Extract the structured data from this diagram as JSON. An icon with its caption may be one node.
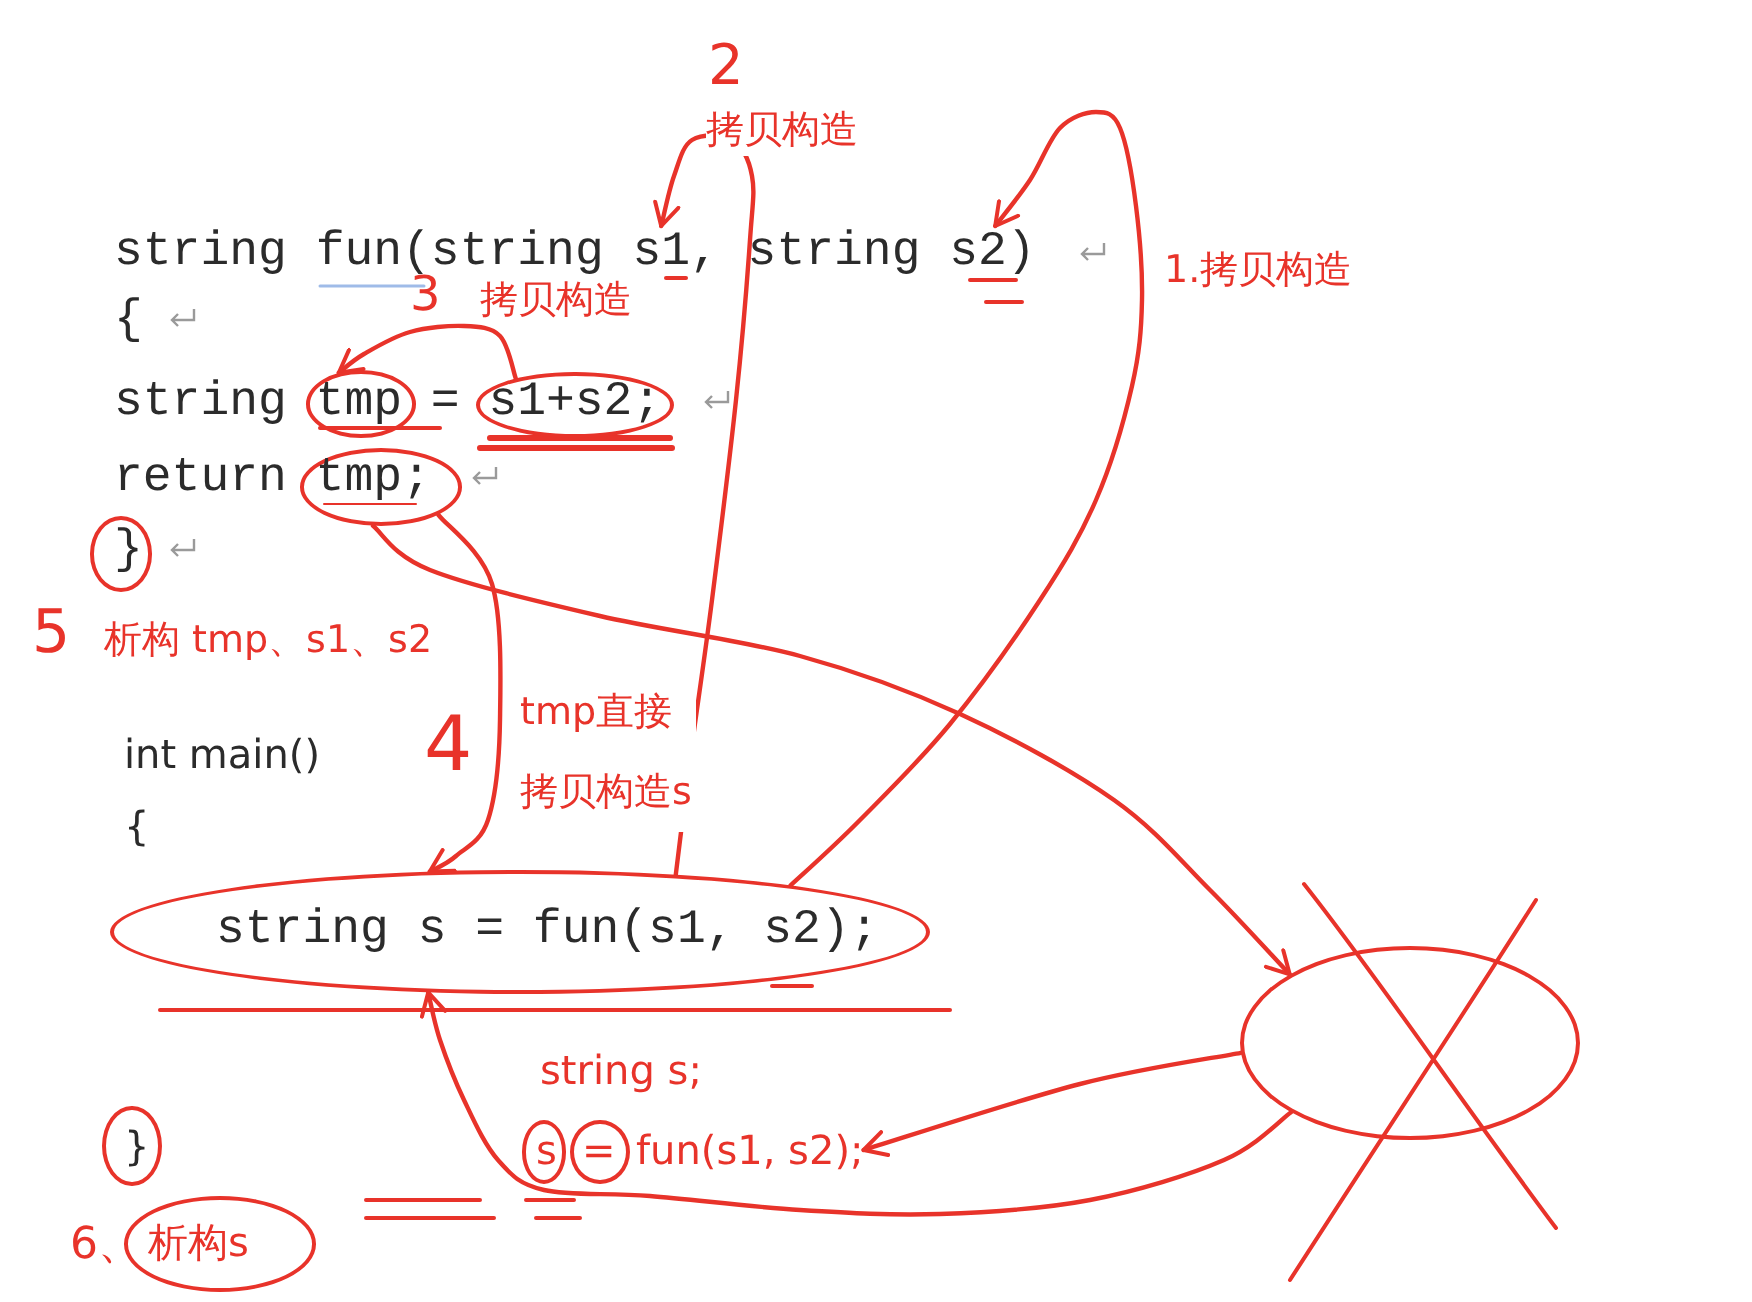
{
  "diagram": {
    "nodes": [
      {
        "text": [
          "s1"
        ]
      },
      {
        "text": [
          "s2"
        ]
      },
      {
        "text": [
          "tmp"
        ]
      },
      {
        "text": [
          "s1+s2;"
        ]
      },
      {
        "text": [
          "tmp;"
        ]
      },
      {
        "text": [
          "}"
        ]
      },
      {
        "text": [
          "string s = fun(s1, s2);"
        ]
      },
      {
        "text": [],
        "shape": "ellipse"
      },
      {
        "text": [
          "}"
        ]
      },
      {
        "text": [
          "s"
        ]
      },
      {
        "text": [
          "="
        ]
      },
      {
        "text": [
          "fun(s1, s2);"
        ]
      },
      {
        "text": [
          "析构s"
        ],
        "beside": [
          "6、"
        ]
      }
    ],
    "edges": [
      {
        "from": 6,
        "to": 0,
        "arrow": "to",
        "label": "拷贝构造"
      },
      {
        "from": 6,
        "to": 1,
        "arrow": "to",
        "label": "1.拷贝构造"
      },
      {
        "from": 3,
        "to": 2,
        "arrow": "to",
        "label": "拷贝构造"
      },
      {
        "from": 4,
        "to": 6,
        "arrow": "to",
        "label": "tmp直接拷贝构造s"
      },
      {
        "from": 4,
        "to": 7,
        "arrow": "to"
      },
      {
        "from": 7,
        "to": 11,
        "arrow": "to"
      },
      {
        "from": 7,
        "to": 6,
        "arrow": "to"
      }
    ],
    "labels": [
      "2",
      "string fun(string",
      ", string",
      ")",
      "{",
      "3",
      "string",
      "=",
      "return",
      "5",
      "析构 tmp、s1、s2",
      "int main()",
      "4",
      "{",
      "string s;"
    ]
  }
}
